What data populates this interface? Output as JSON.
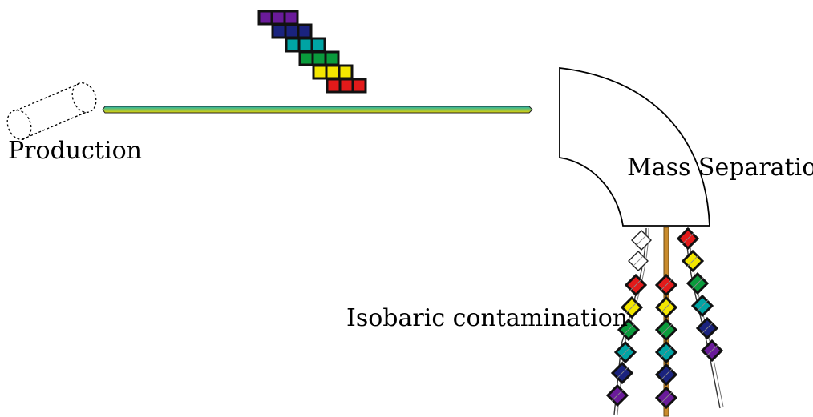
{
  "labels": {
    "production": "Production",
    "mass_separation": "Mass Separation",
    "isobaric": "Isobaric contamination"
  },
  "colors": {
    "purple": "#6a1b9a",
    "blue": "#1a237e",
    "teal": "#00a4a4",
    "green": "#0a9b3c",
    "yellow": "#f3e600",
    "red": "#e21a1a",
    "outline": "#111111",
    "beam_top": "#19b3b3",
    "beam_bottom": "#e8d200",
    "rod": "#c98b2c"
  },
  "sequence": [
    "purple",
    "blue",
    "teal",
    "green",
    "yellow",
    "red"
  ],
  "chains": {
    "left": [
      "white",
      "white",
      "red",
      "yellow",
      "green",
      "teal",
      "blue",
      "purple"
    ],
    "middle": [
      "red",
      "yellow",
      "green",
      "teal",
      "blue",
      "purple"
    ],
    "right": [
      "red",
      "yellow",
      "green",
      "teal",
      "blue",
      "purple"
    ]
  }
}
